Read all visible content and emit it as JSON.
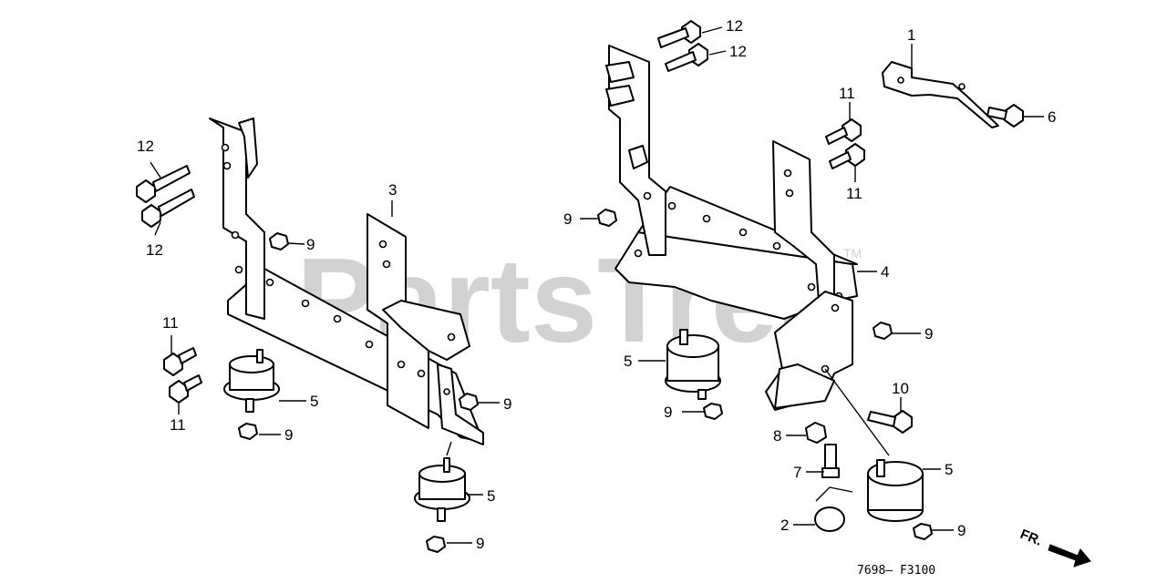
{
  "watermark": {
    "text": "PartsTree",
    "trademark": "TM"
  },
  "callouts": {
    "c1": "1",
    "c2": "2",
    "c3": "3",
    "c4": "4",
    "c5a": "5",
    "c5b": "5",
    "c5c": "5",
    "c5d": "5",
    "c6": "6",
    "c7": "7",
    "c8": "8",
    "c9a": "9",
    "c9b": "9",
    "c9c": "9",
    "c9d": "9",
    "c9e": "9",
    "c9f": "9",
    "c9g": "9",
    "c9h": "9",
    "c10": "10",
    "c11a": "11",
    "c11b": "11",
    "c11c": "11",
    "c11d": "11",
    "c12a": "12",
    "c12b": "12",
    "c12c": "12",
    "c12d": "12"
  },
  "direction_label": "FR.",
  "diagram_code": "7698— F3100"
}
